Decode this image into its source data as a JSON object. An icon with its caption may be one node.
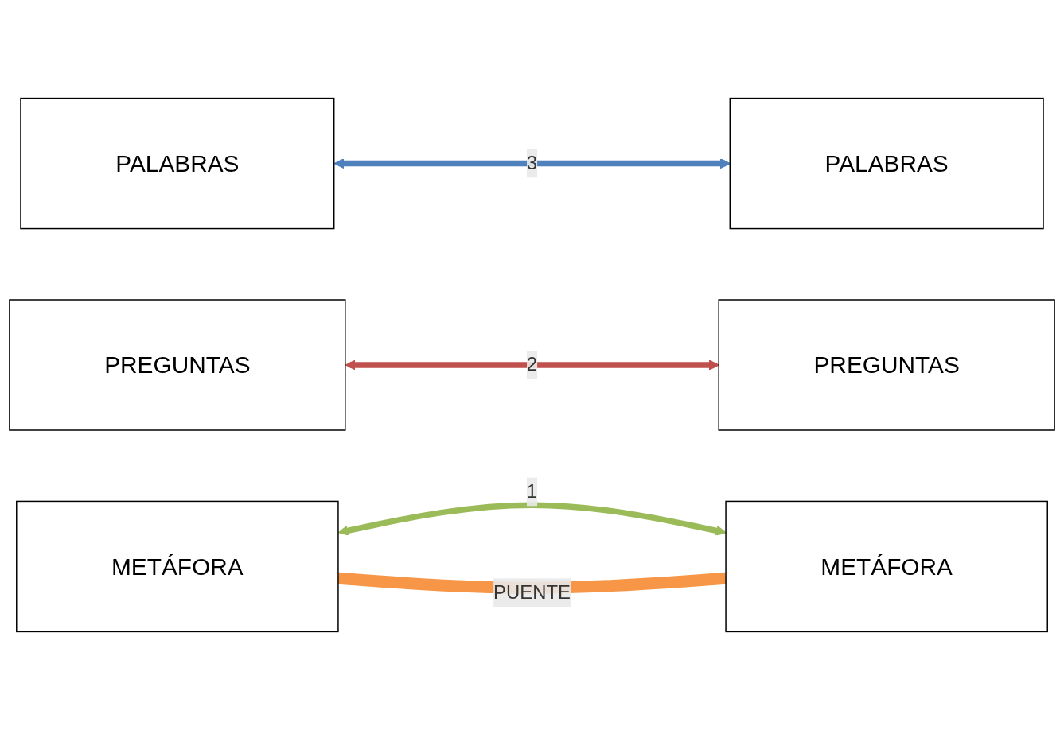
{
  "diagram": {
    "nodes": [
      {
        "text": [
          "PALABRAS"
        ]
      },
      {
        "text": [
          "PALABRAS"
        ]
      },
      {
        "text": [
          "PREGUNTAS"
        ]
      },
      {
        "text": [
          "PREGUNTAS"
        ]
      },
      {
        "text": [
          "METÁFORA"
        ]
      },
      {
        "text": [
          "METÁFORA"
        ]
      }
    ],
    "edges": [
      {
        "from": 0,
        "to": 1,
        "arrow": "both",
        "label": "3",
        "color": "#4f81bd"
      },
      {
        "from": 2,
        "to": 3,
        "arrow": "both",
        "label": "2",
        "color": "#c0504d"
      },
      {
        "from": 4,
        "to": 5,
        "arrow": "both",
        "label": "1",
        "color": "#9bbb59"
      },
      {
        "from": 4,
        "to": 5,
        "arrow": "none",
        "label": "PUENTE",
        "color": "#f79646",
        "style": "thick"
      }
    ]
  }
}
